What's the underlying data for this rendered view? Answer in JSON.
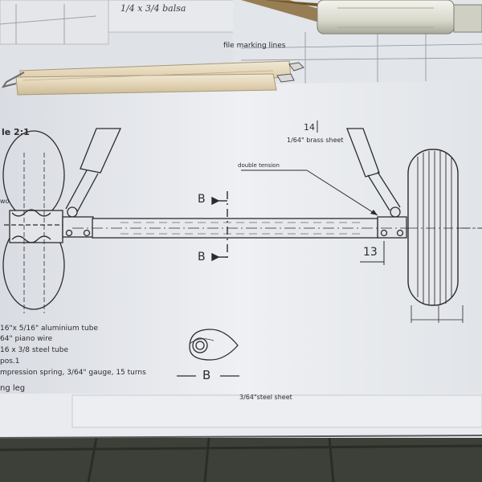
{
  "top_sheet": {
    "handwritten_note": "1/4 x 3/4 balsa",
    "file_marking": "file marking lines"
  },
  "drawing": {
    "scale": "le 2:1",
    "part_number": "14",
    "brass_sheet": "1/64\" brass sheet",
    "double_tension": "double tension",
    "section_mark": "B",
    "dimension_13": "13",
    "side_fragment": "wo",
    "legend": [
      "16\"x 5/16\" aluminium tube",
      "64\" piano wire",
      "16 x 3/8 steel tube",
      "pos.1",
      "mpression spring, 3/64\" gauge, 15 turns",
      "ng leg"
    ],
    "section_b_label": "B",
    "steel_sheet": "3/64\"steel sheet"
  },
  "colors": {
    "paper": "#e9ebee",
    "ink": "#2c2b30",
    "balsa": "#e6d9bd",
    "floor": "#2b2a25"
  }
}
